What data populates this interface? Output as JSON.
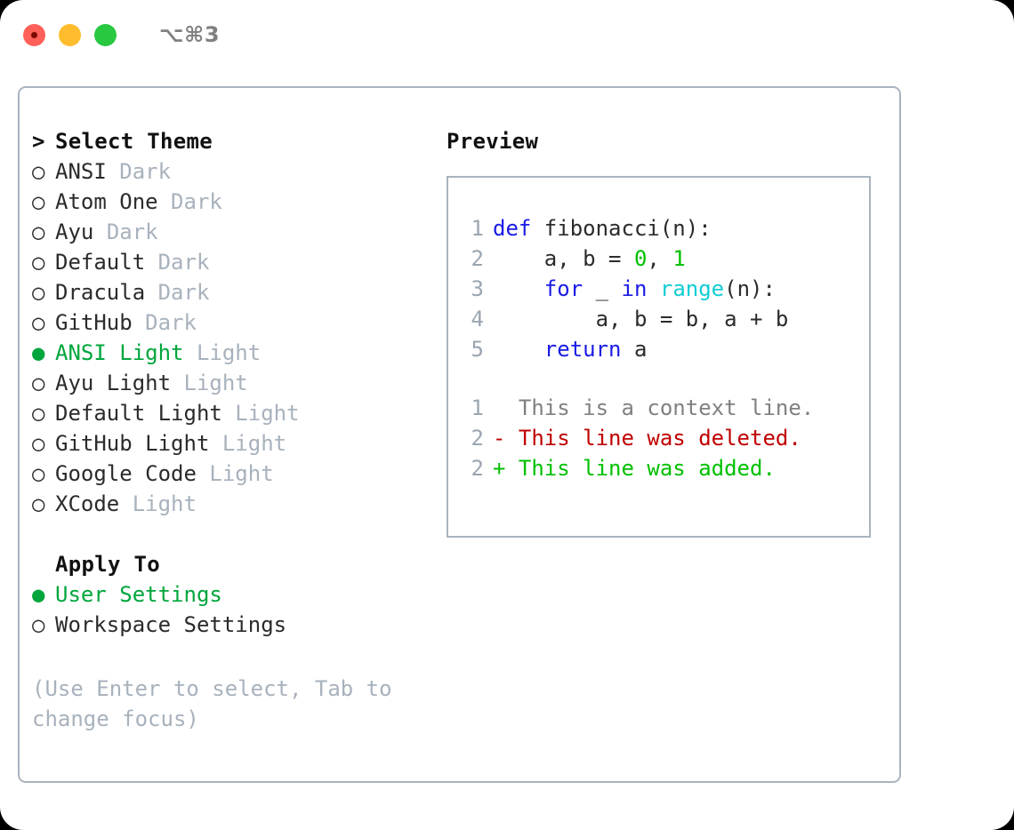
{
  "titlebar": {
    "traffic_lights": [
      "close-red",
      "minimize-yellow",
      "maximize-green"
    ],
    "shortcut": "⌥⌘3"
  },
  "left_panel": {
    "heading": {
      "marker": ">",
      "label": "Select Theme"
    },
    "themes": [
      {
        "marker": "○",
        "name": "ANSI",
        "kind": "Dark",
        "selected": false
      },
      {
        "marker": "○",
        "name": "Atom One",
        "kind": "Dark",
        "selected": false
      },
      {
        "marker": "○",
        "name": "Ayu",
        "kind": "Dark",
        "selected": false
      },
      {
        "marker": "○",
        "name": "Default",
        "kind": "Dark",
        "selected": false
      },
      {
        "marker": "○",
        "name": "Dracula",
        "kind": "Dark",
        "selected": false
      },
      {
        "marker": "○",
        "name": "GitHub",
        "kind": "Dark",
        "selected": false
      },
      {
        "marker": "●",
        "name": "ANSI Light",
        "kind": "Light",
        "selected": true
      },
      {
        "marker": "○",
        "name": "Ayu Light",
        "kind": "Light",
        "selected": false
      },
      {
        "marker": "○",
        "name": "Default Light",
        "kind": "Light",
        "selected": false
      },
      {
        "marker": "○",
        "name": "GitHub Light",
        "kind": "Light",
        "selected": false
      },
      {
        "marker": "○",
        "name": "Google Code",
        "kind": "Light",
        "selected": false
      },
      {
        "marker": "○",
        "name": "XCode",
        "kind": "Light",
        "selected": false
      }
    ],
    "apply_to": {
      "heading": "Apply To",
      "options": [
        {
          "marker": "●",
          "label": "User Settings",
          "selected": true
        },
        {
          "marker": "○",
          "label": "Workspace Settings",
          "selected": false
        }
      ]
    },
    "hint": "(Use Enter to select, Tab to change focus)"
  },
  "right_panel": {
    "title": "Preview",
    "code": {
      "lines": [
        {
          "n": "1",
          "tokens": [
            {
              "t": "def",
              "c": "kw"
            },
            {
              "t": " fibonacci(n):",
              "c": "plain"
            }
          ]
        },
        {
          "n": "2",
          "tokens": [
            {
              "t": "    a, b = ",
              "c": "plain"
            },
            {
              "t": "0",
              "c": "num"
            },
            {
              "t": ", ",
              "c": "plain"
            },
            {
              "t": "1",
              "c": "num"
            }
          ]
        },
        {
          "n": "3",
          "tokens": [
            {
              "t": "    ",
              "c": "plain"
            },
            {
              "t": "for",
              "c": "kw"
            },
            {
              "t": " _ ",
              "c": "plain"
            },
            {
              "t": "in",
              "c": "kw"
            },
            {
              "t": " ",
              "c": "plain"
            },
            {
              "t": "range",
              "c": "fn"
            },
            {
              "t": "(n):",
              "c": "plain"
            }
          ]
        },
        {
          "n": "4",
          "tokens": [
            {
              "t": "        a, b = b, a + b",
              "c": "plain"
            }
          ]
        },
        {
          "n": "5",
          "tokens": [
            {
              "t": "    ",
              "c": "plain"
            },
            {
              "t": "return",
              "c": "kw"
            },
            {
              "t": " a",
              "c": "plain"
            }
          ]
        }
      ]
    },
    "diff": {
      "lines": [
        {
          "n": "1",
          "sign": " ",
          "text": "This is a context line.",
          "kind": "ctx"
        },
        {
          "n": "2",
          "sign": "-",
          "text": "This line was deleted.",
          "kind": "del"
        },
        {
          "n": "2",
          "sign": "+",
          "text": "This line was added.",
          "kind": "add"
        }
      ]
    }
  },
  "colors": {
    "accent_green": "#00a63c",
    "muted": "#a8b2bd",
    "border": "#a9b4c0",
    "keyword_blue": "#1a1ae6",
    "function_cyan": "#12cdd4",
    "number_green": "#00c000",
    "diff_delete": "#c00000",
    "diff_add": "#00c000",
    "line_number": "#9aa5b1",
    "text": "#2b2b2b"
  }
}
